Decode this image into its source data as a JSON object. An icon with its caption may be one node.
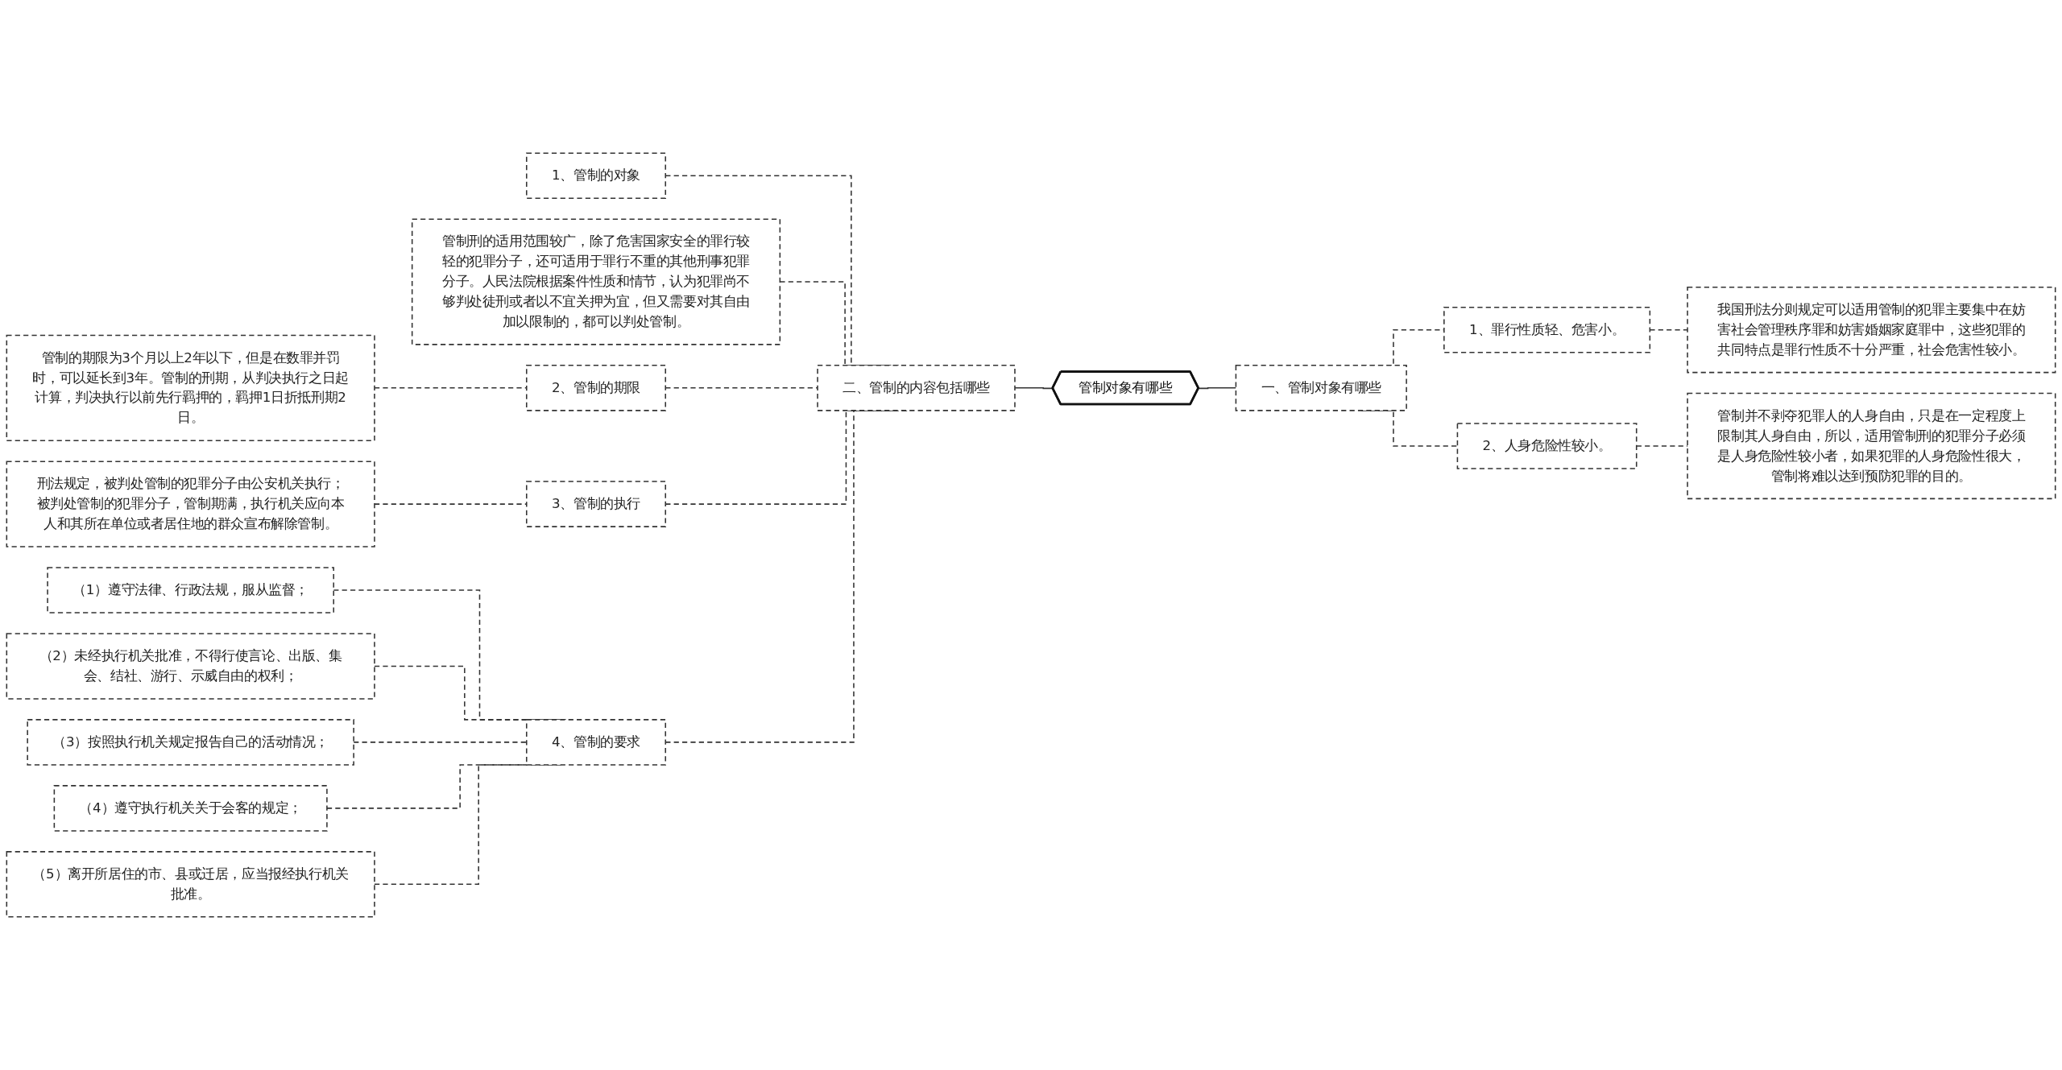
{
  "diagram": {
    "nodes": [
      {
        "text": [
          "管制对象有哪些"
        ]
      },
      {
        "text": [
          "一、管制对象有哪些"
        ]
      },
      {
        "text": [
          "1、罪行性质轻、危害小。"
        ]
      },
      {
        "text": [
          "我国刑法分则规定可以适用管制的犯罪主要集中在妨害社会管理秩序罪和妨害婚姻家庭罪中，这些犯罪的共同特点是罪行性质不十分严重，社会危害性较小。"
        ]
      },
      {
        "text": [
          "2、人身危险性较小。"
        ]
      },
      {
        "text": [
          "管制并不剥夺犯罪人的人身自由，只是在一定程度上限制其人身自由，所以，适用管制刑的犯罪分子必须是人身危险性较小者，如果犯罪的人身危险性很大，管制将难以达到预防犯罪的目的。"
        ]
      },
      {
        "text": [
          "二、管制的内容包括哪些"
        ]
      },
      {
        "text": [
          "1、管制的对象"
        ]
      },
      {
        "text": [
          "管制刑的适用范围较广，除了危害国家安全的罪行较轻的犯罪分子，还可适用于罪行不重的其他刑事犯罪分子。人民法院根据案件性质和情节，认为犯罪尚不够判处徒刑或者以不宜关押为宜，但又需要对其自由加以限制的，都可以判处管制。"
        ]
      },
      {
        "text": [
          "2、管制的期限"
        ]
      },
      {
        "text": [
          "管制的期限为3个月以上2年以下，但是在数罪并罚时，可以延长到3年。管制的刑期，从判决执行之日起计算，判决执行以前先行羁押的，羁押1日折抵刑期2日。"
        ]
      },
      {
        "text": [
          "3、管制的执行"
        ]
      },
      {
        "text": [
          "刑法规定，被判处管制的犯罪分子由公安机关执行；被判处管制的犯罪分子，管制期满，执行机关应向本人和其所在单位或者居住地的群众宣布解除管制。"
        ]
      },
      {
        "text": [
          "4、管制的要求"
        ]
      },
      {
        "text": [
          "（1）遵守法律、行政法规，服从监督；"
        ]
      },
      {
        "text": [
          "（2）未经执行机关批准，不得行使言论、出版、集会、结社、游行、示威自由的权利；"
        ]
      },
      {
        "text": [
          "（3）按照执行机关规定报告自己的活动情况；"
        ]
      },
      {
        "text": [
          "（4）遵守执行机关关于会客的规定；"
        ]
      },
      {
        "text": [
          "（5）离开所居住的市、县或迁居，应当报经执行机关批准。"
        ]
      }
    ],
    "edges": [
      {
        "from": 0,
        "to": 1,
        "arrow": "none"
      },
      {
        "from": 1,
        "to": 2,
        "arrow": "none",
        "style": "dashed"
      },
      {
        "from": 2,
        "to": 3,
        "arrow": "none",
        "style": "dashed"
      },
      {
        "from": 1,
        "to": 4,
        "arrow": "none",
        "style": "dashed"
      },
      {
        "from": 4,
        "to": 5,
        "arrow": "none",
        "style": "dashed"
      },
      {
        "from": 0,
        "to": 6,
        "arrow": "none"
      },
      {
        "from": 6,
        "to": 7,
        "arrow": "none",
        "style": "dashed"
      },
      {
        "from": 6,
        "to": 8,
        "arrow": "none",
        "style": "dashed"
      },
      {
        "from": 6,
        "to": 9,
        "arrow": "none",
        "style": "dashed"
      },
      {
        "from": 9,
        "to": 10,
        "arrow": "none",
        "style": "dashed"
      },
      {
        "from": 6,
        "to": 11,
        "arrow": "none",
        "style": "dashed"
      },
      {
        "from": 11,
        "to": 12,
        "arrow": "none",
        "style": "dashed"
      },
      {
        "from": 6,
        "to": 13,
        "arrow": "none",
        "style": "dashed"
      },
      {
        "from": 13,
        "to": 14,
        "arrow": "none",
        "style": "dashed"
      },
      {
        "from": 13,
        "to": 15,
        "arrow": "none",
        "style": "dashed"
      },
      {
        "from": 13,
        "to": 16,
        "arrow": "none",
        "style": "dashed"
      },
      {
        "from": 13,
        "to": 17,
        "arrow": "none",
        "style": "dashed"
      },
      {
        "from": 13,
        "to": 18,
        "arrow": "none",
        "style": "dashed"
      }
    ]
  }
}
